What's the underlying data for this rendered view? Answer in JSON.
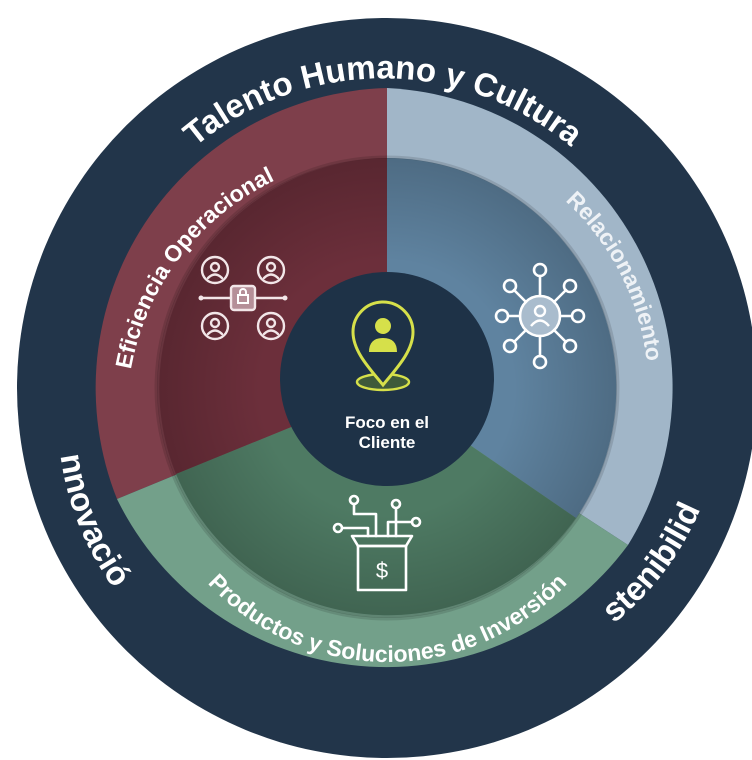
{
  "outer_ring": {
    "top": "Talento Humano y Cultura",
    "left": "Innovación",
    "right": "Sostenibilidad"
  },
  "segments": [
    {
      "id": "eficiencia",
      "label": "Eficiencia  Operacional",
      "icon": "network-lock-icon"
    },
    {
      "id": "relacionamiento",
      "label": "Relacionamiento",
      "icon": "user-network-icon"
    },
    {
      "id": "productos",
      "label": "Productos y Soluciones de Inversión",
      "icon": "dollar-box-icon"
    }
  ],
  "hub": {
    "line1": "Foco en el",
    "line2": "Cliente",
    "icon": "location-pin-user-icon"
  },
  "colors": {
    "outer_ring": "#22354a",
    "eficiencia": "#7e3f4b",
    "relacionamiento": "#9fb4c6",
    "productos": "#6e9a85",
    "hub": "#1e3247",
    "hub_accent": "#d6e04a"
  }
}
